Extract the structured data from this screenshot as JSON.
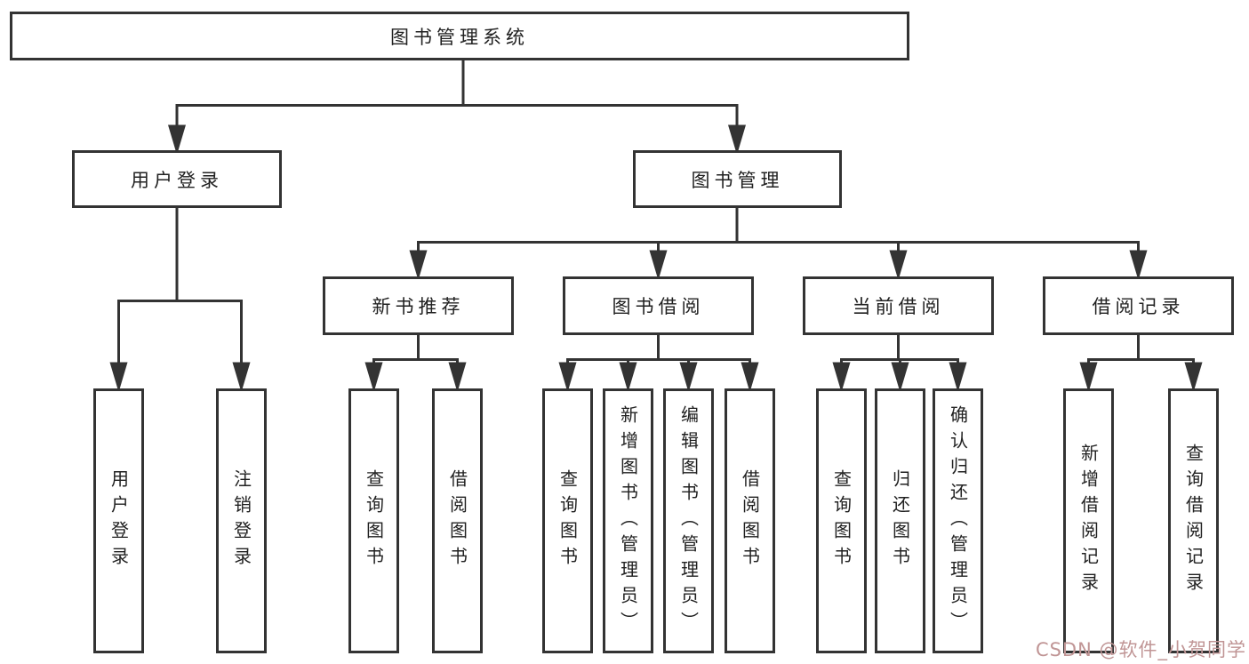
{
  "diagram": {
    "root": {
      "label": "图书管理系统"
    },
    "level2": [
      {
        "label": "用户登录"
      },
      {
        "label": "图书管理"
      }
    ],
    "level3": [
      {
        "label": "新书推荐",
        "parent": "图书管理"
      },
      {
        "label": "图书借阅",
        "parent": "图书管理"
      },
      {
        "label": "当前借阅",
        "parent": "图书管理"
      },
      {
        "label": "借阅记录",
        "parent": "图书管理"
      }
    ],
    "leaves": [
      {
        "label": "用户登录",
        "parent": "用户登录"
      },
      {
        "label": "注销登录",
        "parent": "用户登录"
      },
      {
        "label": "查询图书",
        "parent": "新书推荐"
      },
      {
        "label": "借阅图书",
        "parent": "新书推荐"
      },
      {
        "label": "查询图书",
        "parent": "图书借阅"
      },
      {
        "label": "新增图书（管理员）",
        "parent": "图书借阅"
      },
      {
        "label": "编辑图书（管理员）",
        "parent": "图书借阅"
      },
      {
        "label": "借阅图书",
        "parent": "图书借阅"
      },
      {
        "label": "查询图书",
        "parent": "当前借阅"
      },
      {
        "label": "归还图书",
        "parent": "当前借阅"
      },
      {
        "label": "确认归还（管理员）",
        "parent": "当前借阅"
      },
      {
        "label": "新增借阅记录",
        "parent": "借阅记录"
      },
      {
        "label": "查询借阅记录",
        "parent": "借阅记录"
      }
    ]
  },
  "watermark": {
    "text": "CSDN @软件_小贺同学",
    "color": "#c09595"
  },
  "colors": {
    "background": "#ffffff",
    "box_border": "#333333",
    "line": "#333333",
    "text": "#212121"
  }
}
